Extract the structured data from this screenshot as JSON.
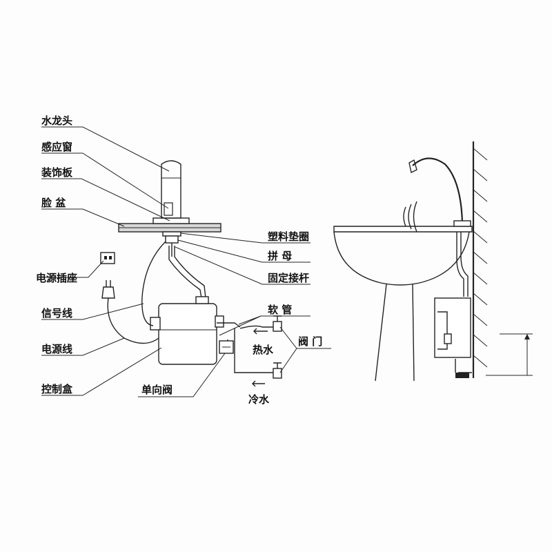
{
  "labels": {
    "faucet": "水龙头",
    "sensor_window": "感应窗",
    "trim_plate": "装饰板",
    "basin": "脸 盆",
    "power_socket": "电源插座",
    "signal_wire": "信号线",
    "power_cord": "电源线",
    "control_box": "控制盒",
    "check_valve": "单向阀",
    "plastic_gasket": "塑料垫圈",
    "nut": "拼 母",
    "fixed_rod": "固定接杆",
    "hose": "软 管",
    "hot_water": "热水",
    "valve": "阀 门",
    "cold_water": "冷水"
  }
}
